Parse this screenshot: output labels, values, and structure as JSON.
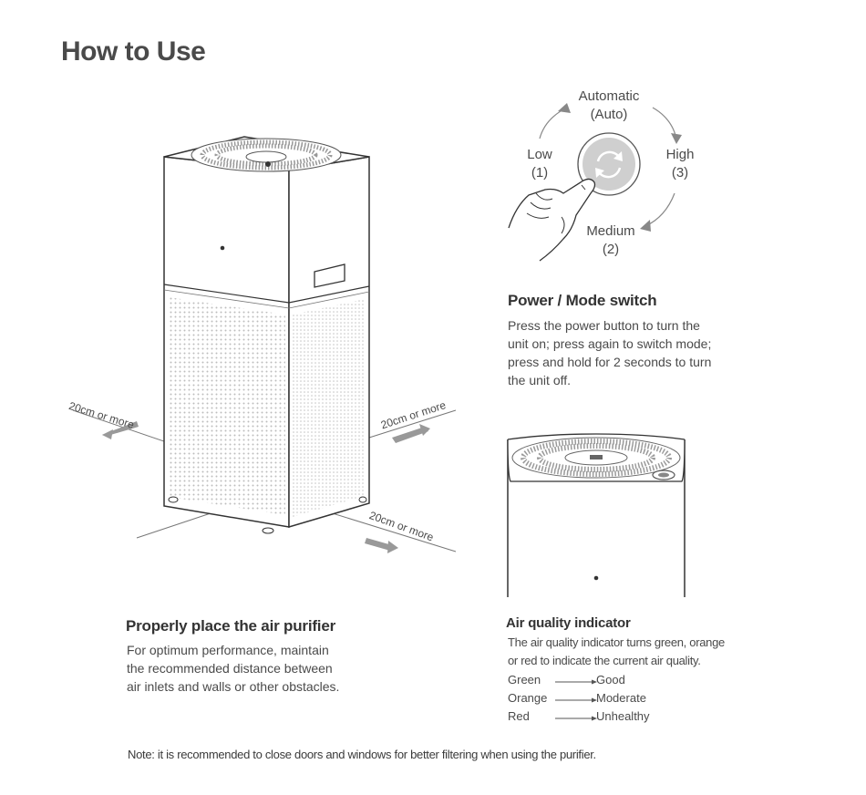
{
  "page": {
    "title": "How to Use",
    "note": "Note: it is recommended to close doors and windows for better filtering when using the purifier."
  },
  "mode_diagram": {
    "auto_label": "Automatic",
    "auto_sub": "(Auto)",
    "low_label": "Low",
    "low_sub": "(1)",
    "high_label": "High",
    "high_sub": "(3)",
    "medium_label": "Medium",
    "medium_sub": "(2)"
  },
  "power_section": {
    "heading": "Power / Mode switch",
    "lines": [
      "Press the power button to turn the",
      "unit on; press again to switch mode;",
      "press and hold for 2 seconds to turn",
      "the unit off."
    ]
  },
  "placement_section": {
    "heading": "Properly place the air purifier",
    "lines": [
      "For optimum performance, maintain",
      "the recommended distance between",
      "air inlets and walls or other obstacles."
    ],
    "distance_labels": {
      "left": "20cm  or  more",
      "right": "20cm  or  more",
      "bottom": "20cm  or  more"
    }
  },
  "air_quality_section": {
    "heading": "Air quality indicator",
    "lines": [
      "The air quality indicator turns green, orange",
      "or red to indicate the current air quality."
    ],
    "legend": [
      {
        "color": "Green",
        "meaning": "Good"
      },
      {
        "color": "Orange",
        "meaning": "Moderate"
      },
      {
        "color": "Red",
        "meaning": "Unhealthy"
      }
    ]
  },
  "palette": {
    "line": "#333333",
    "button_fill": "#cfcfcf",
    "dots": "#bdbdbd"
  }
}
